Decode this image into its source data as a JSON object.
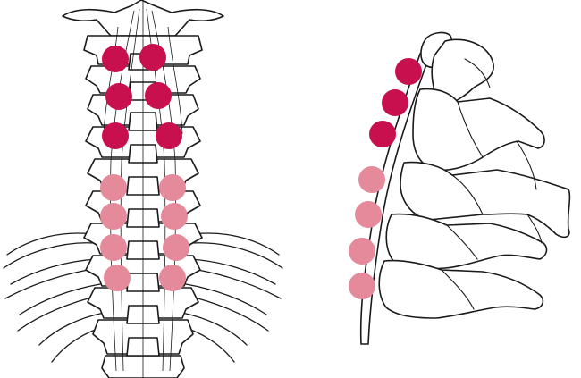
{
  "colors": {
    "upper_marker": "#C8104E",
    "lower_marker": "#E48A9A",
    "line": "#1a1a1a",
    "background": "#ffffff"
  },
  "posterior_view": {
    "upper_markers": 6,
    "lower_markers": 8
  },
  "lateral_view": {
    "upper_markers": 3,
    "lower_markers": 4
  }
}
